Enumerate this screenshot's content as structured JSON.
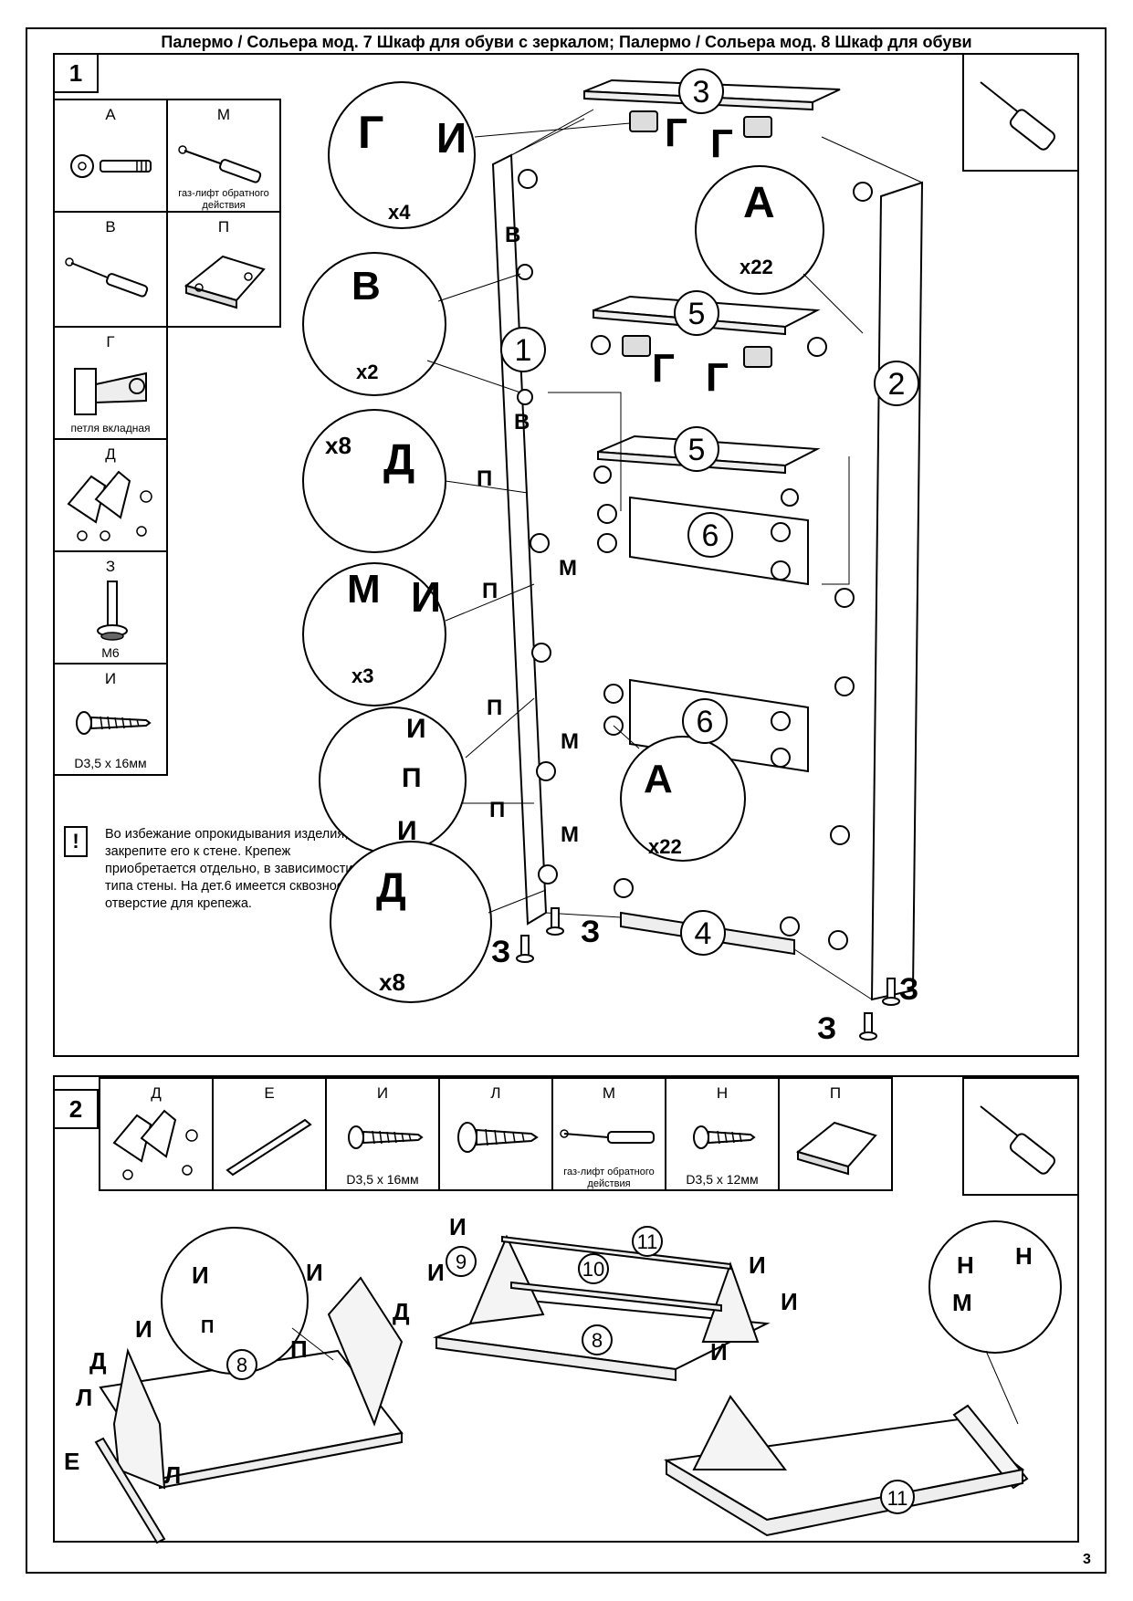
{
  "title": "Палермо / Сольера мод. 7 Шкаф для обуви с зеркалом; Палермо / Сольера мод. 8 Шкаф для обуви",
  "page_number": "3",
  "step1": {
    "number": "1",
    "parts": [
      {
        "letter": "А"
      },
      {
        "letter": "М",
        "caption": "газ-лифт обратного действия"
      },
      {
        "letter": "В"
      },
      {
        "letter": "П"
      },
      {
        "letter": "Г",
        "caption": "петля вкладная"
      },
      {
        "letter": "Д"
      },
      {
        "letter": "З",
        "caption": "М6"
      },
      {
        "letter": "И",
        "caption": "D3,5 х 16мм"
      }
    ],
    "warning": "Во избежание опрокидывания изделия, закрепите его к стене. Крепеж приобретается отдельно, в зависимости от типа стены. На дет.6 имеется сквозное отверстие для крепежа.",
    "warning_icon": "!",
    "callouts": [
      {
        "letters": [
          "Г",
          "И"
        ],
        "count": "x4"
      },
      {
        "letters": [
          "А"
        ],
        "count": "x22"
      },
      {
        "letters": [
          "В"
        ],
        "count": "x2"
      },
      {
        "letters": [
          "Д"
        ],
        "count": "x8"
      },
      {
        "letters": [
          "М",
          "И"
        ],
        "count": "x3"
      },
      {
        "letters": [
          "И",
          "П",
          "И"
        ],
        "count": ""
      },
      {
        "letters": [
          "А"
        ],
        "count": "x22"
      },
      {
        "letters": [
          "Д"
        ],
        "count": "x8"
      }
    ],
    "part_numbers": [
      "3",
      "5",
      "1",
      "2",
      "5",
      "6",
      "6",
      "4"
    ],
    "labels": {
      "g1": "Г",
      "g2": "Г",
      "g3": "Г",
      "g4": "Г",
      "v1": "В",
      "v2": "В",
      "p1": "П",
      "p2": "П",
      "p3": "П",
      "p4": "П",
      "m1": "М",
      "m2": "М",
      "m3": "М",
      "z1": "З",
      "z2": "З",
      "z3": "З",
      "z4": "З"
    }
  },
  "step2": {
    "number": "2",
    "parts": [
      {
        "letter": "Д"
      },
      {
        "letter": "Е"
      },
      {
        "letter": "И",
        "caption": "D3,5 х 16мм"
      },
      {
        "letter": "Л"
      },
      {
        "letter": "М",
        "caption": "газ-лифт обратного действия"
      },
      {
        "letter": "Н",
        "caption": "D3,5 х 12мм"
      },
      {
        "letter": "П"
      }
    ],
    "part_numbers": [
      "8",
      "10",
      "11",
      "9",
      "8",
      "11"
    ],
    "labels": {
      "i": "И",
      "p": "П",
      "d": "Д",
      "l": "Л",
      "e": "Е",
      "n": "Н",
      "m": "М"
    }
  }
}
